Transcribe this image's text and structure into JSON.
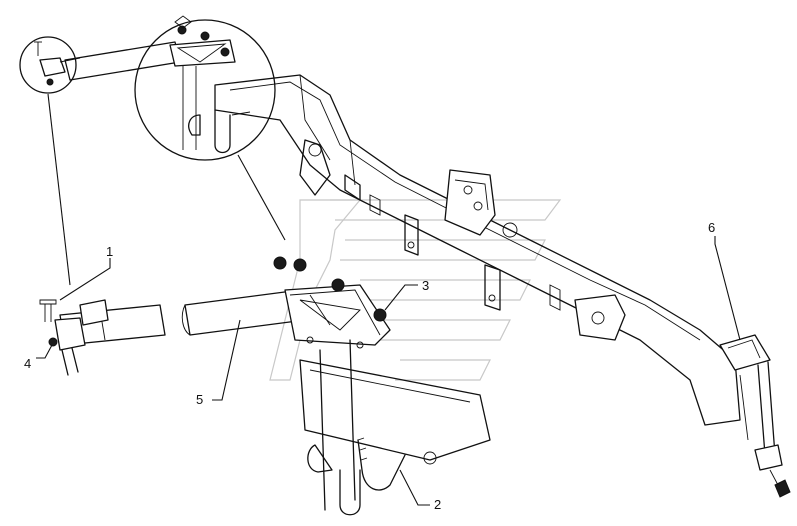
{
  "callouts": [
    {
      "id": "1",
      "label": "1"
    },
    {
      "id": "2",
      "label": "2"
    },
    {
      "id": "3",
      "label": "3"
    },
    {
      "id": "4",
      "label": "4"
    },
    {
      "id": "5",
      "label": "5"
    },
    {
      "id": "6",
      "label": "6"
    }
  ],
  "colors": {
    "line": "#111111",
    "background": "#ffffff",
    "watermark": "#c8c8c8"
  }
}
